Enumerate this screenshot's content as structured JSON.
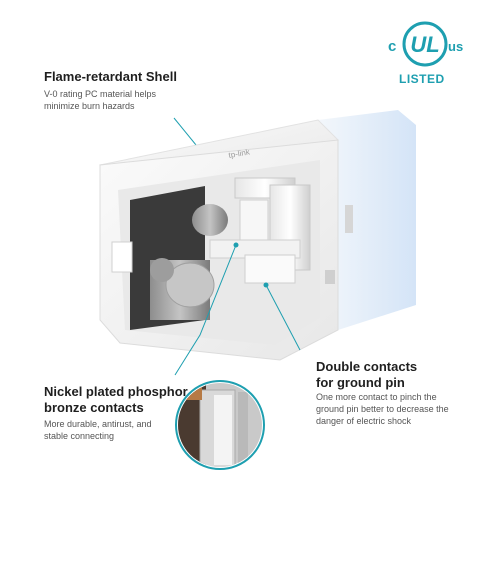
{
  "certification": {
    "left_mark": "c",
    "center_mark": "UL",
    "right_mark": "us",
    "listed": "LISTED",
    "color": "#1e9fb0"
  },
  "features": {
    "shell": {
      "title": "Flame-retardant Shell",
      "desc_line1": "V-0 rating PC material helps",
      "desc_line2": "minimize burn hazards"
    },
    "ground": {
      "title_line1": "Double contacts",
      "title_line2": "for ground pin",
      "desc_line1": "One more contact to pinch the",
      "desc_line2": "ground pin better to decrease the",
      "desc_line3": "danger of electric shock"
    },
    "nickel": {
      "title_line1": "Nickel plated phosphor",
      "title_line2": "bronze contacts",
      "desc_line1": "More durable, antirust, and",
      "desc_line2": "stable connecting"
    }
  },
  "product": {
    "brand_mark": "tp-link",
    "accent_color": "#1e9fb0"
  }
}
